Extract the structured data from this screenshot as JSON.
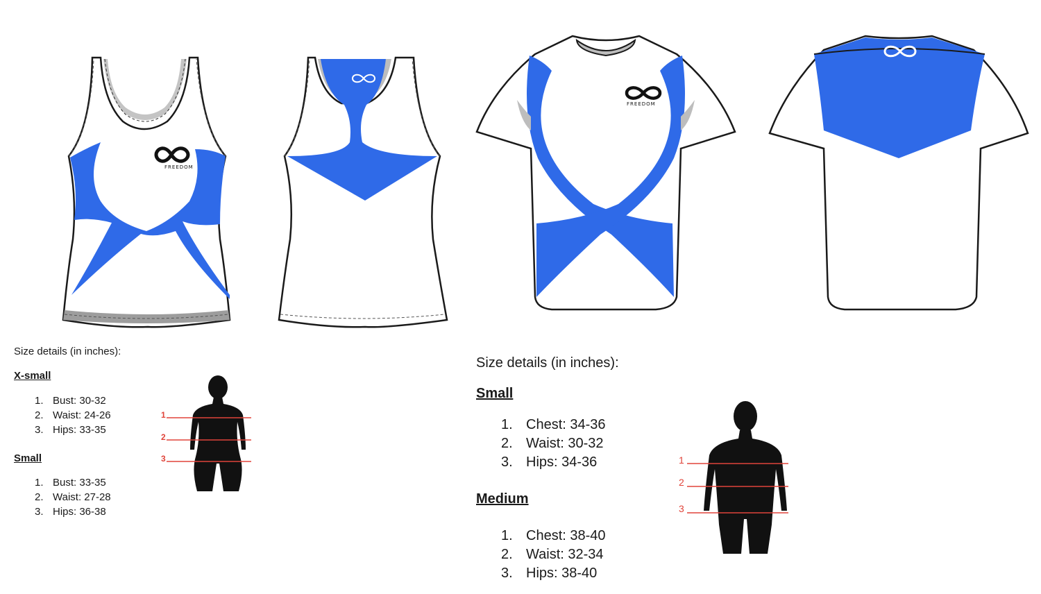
{
  "colors": {
    "accent_blue": "#2f6ae8",
    "outline": "#1a1a1a",
    "measure_line": "#e0443a",
    "lining_grey": "#bdbdbd"
  },
  "garments": {
    "tank_front": {
      "logo_text": "FREEDOM",
      "logo_icon": "infinity-icon"
    },
    "tank_back": {
      "logo_icon": "infinity-icon"
    },
    "tee_front": {
      "logo_text": "FREEDOM",
      "logo_icon": "infinity-icon"
    },
    "tee_back": {
      "logo_icon": "infinity-icon"
    }
  },
  "left_sizes": {
    "header": "Size details (in inches):",
    "groups": [
      {
        "title": "X-small",
        "items": [
          {
            "num": "1.",
            "text": "Bust: 30-32"
          },
          {
            "num": "2.",
            "text": "Waist: 24-26"
          },
          {
            "num": "3.",
            "text": "Hips: 33-35"
          }
        ]
      },
      {
        "title": "Small",
        "items": [
          {
            "num": "1.",
            "text": "Bust: 33-35"
          },
          {
            "num": "2.",
            "text": "Waist: 27-28"
          },
          {
            "num": "3.",
            "text": "Hips: 36-38"
          }
        ]
      }
    ],
    "figure": {
      "labels": [
        "1",
        "2",
        "3"
      ]
    }
  },
  "right_sizes": {
    "header": "Size details (in inches):",
    "groups": [
      {
        "title": "Small",
        "items": [
          {
            "num": "1.",
            "text": "Chest: 34-36"
          },
          {
            "num": "2.",
            "text": "Waist: 30-32"
          },
          {
            "num": "3.",
            "text": "Hips: 34-36"
          }
        ]
      },
      {
        "title": "Medium",
        "items": [
          {
            "num": "1.",
            "text": "Chest: 38-40"
          },
          {
            "num": "2.",
            "text": "Waist: 32-34"
          },
          {
            "num": "3.",
            "text": "Hips: 38-40"
          }
        ]
      }
    ],
    "figure": {
      "labels": [
        "1",
        "2",
        "3"
      ]
    }
  }
}
